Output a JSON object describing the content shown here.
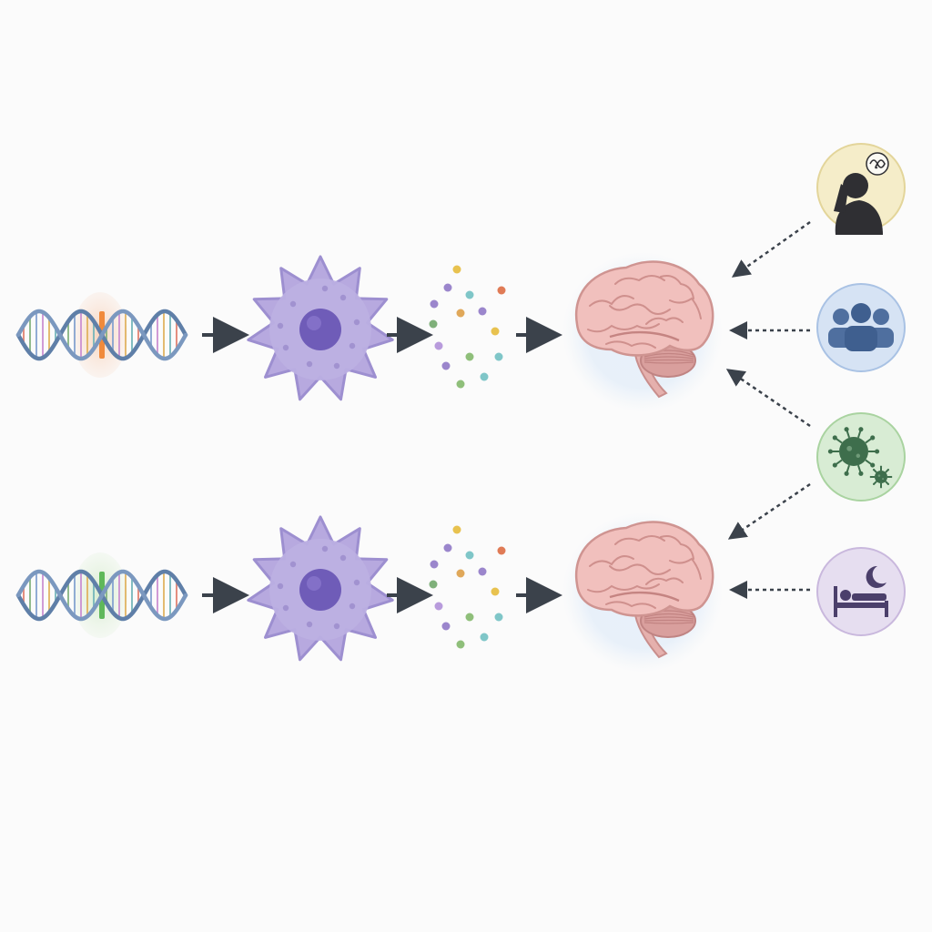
{
  "colors": {
    "background": "#fbfbfb",
    "dna_strand": "#5f7fa8",
    "dna_highlight_top": "#f08a3c",
    "dna_highlight_bottom": "#5fb85a",
    "cell_body": "#b7a9df",
    "cell_nucleus": "#6f5cb8",
    "brain": "#f1c0bd",
    "brain_halo": "#e6eff9",
    "arrow": "#3b424b",
    "stress_bg": "#f5edc9",
    "social_bg": "#d6e3f4",
    "infection_bg": "#d8ecd4",
    "sleep_bg": "#e6def0"
  },
  "pathways": [
    {
      "id": "upper",
      "steps": [
        {
          "kind": "gene-variant",
          "icon": "dna-helix-icon",
          "highlight": "orange"
        },
        {
          "kind": "immune-cell",
          "icon": "microglia-cell-icon"
        },
        {
          "kind": "signaling-molecules",
          "icon": "cytokine-dots-icon"
        },
        {
          "kind": "brain",
          "icon": "brain-icon"
        }
      ]
    },
    {
      "id": "lower",
      "steps": [
        {
          "kind": "gene-variant",
          "icon": "dna-helix-icon",
          "highlight": "green"
        },
        {
          "kind": "immune-cell",
          "icon": "microglia-cell-icon"
        },
        {
          "kind": "signaling-molecules",
          "icon": "cytokine-dots-icon"
        },
        {
          "kind": "brain",
          "icon": "brain-icon"
        }
      ]
    }
  ],
  "environmental_factors": [
    {
      "id": "stress",
      "icon": "stressed-person-icon",
      "targets": "upper-brain"
    },
    {
      "id": "social",
      "icon": "group-of-people-icon",
      "targets": "upper-brain"
    },
    {
      "id": "infection",
      "icon": "virus-icon",
      "targets": "both-brains"
    },
    {
      "id": "sleep",
      "icon": "sleep-bed-moon-icon",
      "targets": "lower-brain"
    }
  ]
}
